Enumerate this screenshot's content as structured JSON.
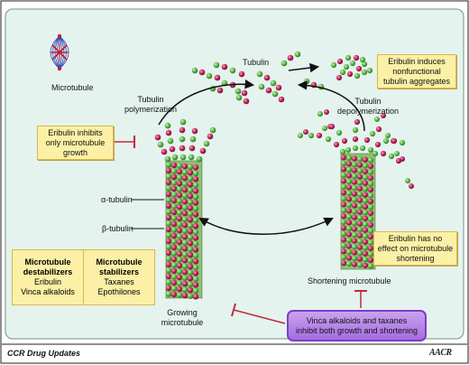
{
  "labels": {
    "microtubule": "Microtubule",
    "tubulin": "Tubulin",
    "polymerization": [
      "Tubulin",
      "polymerization"
    ],
    "depolymerization": [
      "Tubulin",
      "depolymerization"
    ],
    "alpha_tubulin": "α-tubulin",
    "beta_tubulin": "β-tubulin",
    "growing": [
      "Growing",
      "microtubule"
    ],
    "shortening": "Shortening microtubule"
  },
  "callouts": {
    "aggregates": [
      "Eribulin induces",
      "nonfunctional",
      "tubulin aggregates"
    ],
    "inhibits_growth": [
      "Eribulin inhibits",
      "only microtubule",
      "growth"
    ],
    "no_effect": [
      "Eribulin has no",
      "effect on microtubule",
      "shortening"
    ],
    "vinca_taxanes": [
      "Vinca alkaloids and taxanes",
      "inhibit both growth and shortening"
    ]
  },
  "legend": {
    "destabilizers": {
      "title": [
        "Microtubule",
        "destabilizers"
      ],
      "items": [
        "Eribulin",
        "Vinca alkaloids"
      ]
    },
    "stabilizers": {
      "title": [
        "Microtubule",
        "stabilizers"
      ],
      "items": [
        "Taxanes",
        "Epothilones"
      ]
    }
  },
  "footer": {
    "title": "CCR Drug Updates",
    "logo": "AACR"
  },
  "colors": {
    "background": "#e4f3ee",
    "tubulin_green": "#62b94d",
    "tubulin_red": "#c6285c",
    "callout": "#fbf0a6",
    "callout_purple": "#b280e6",
    "inhibition": "#c12a3a"
  }
}
